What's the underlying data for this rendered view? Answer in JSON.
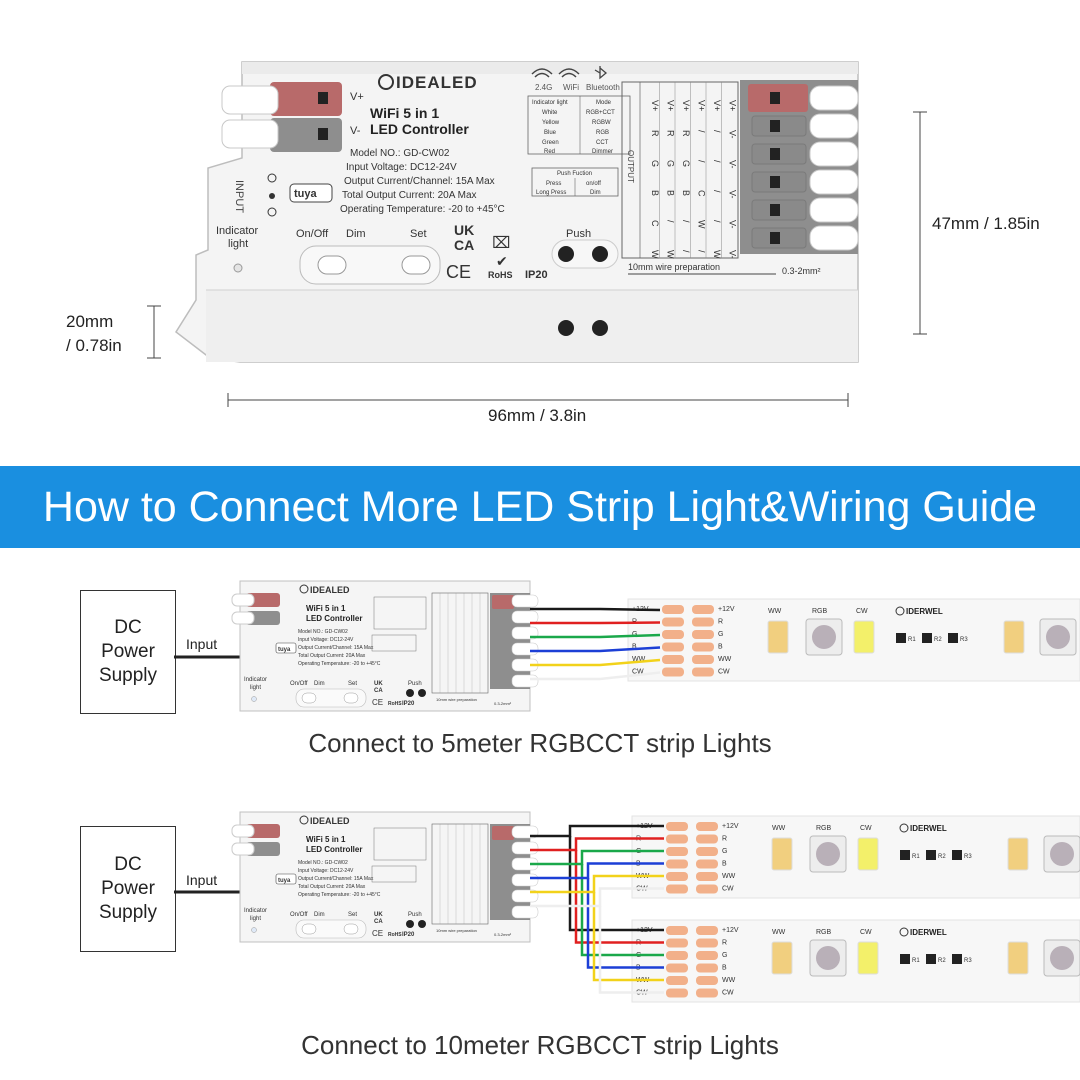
{
  "controller": {
    "brand": "IDEALED",
    "title_line1": "WiFi 5 in 1",
    "title_line2": "LED Controller",
    "model": "Model NO.: GD-CW02",
    "input_voltage": "Input Voltage: DC12-24V",
    "output_current": "Output Current/Channel: 15A Max",
    "total_current": "Total Output Current: 20A Max",
    "operating_temp": "Operating Temperature: -20 to +45°C",
    "badge_24g": "2.4G",
    "badge_wifi": "WiFi",
    "badge_bluetooth": "Bluetooth",
    "indicator_table": {
      "headers": [
        "Indicator light",
        "Mode"
      ],
      "rows": [
        [
          "White",
          "RGB+CCT"
        ],
        [
          "Yellow",
          "RGBW"
        ],
        [
          "Blue",
          "RGB"
        ],
        [
          "Green",
          "CCT"
        ],
        [
          "Red",
          "Dimmer"
        ]
      ]
    },
    "push_table": {
      "header": "Push Fuction",
      "rows": [
        [
          "Press",
          "on/off"
        ],
        [
          "Long Press",
          "Dim"
        ]
      ]
    },
    "buttons": {
      "onoff": "On/Off",
      "dim": "Dim",
      "set": "Set",
      "push": "Push"
    },
    "indicator_label_1": "Indicator",
    "indicator_label_2": "light",
    "input_side_label": "INPUT",
    "output_side_label": "OUTPUT",
    "tuya": "tuya",
    "cert_ukca_1": "UK",
    "cert_ukca_2": "CA",
    "cert_ce": "CE",
    "cert_rohs": "RoHS",
    "ip_rating": "IP20",
    "wire_prep": "10mm wire preparation",
    "wire_gauge": "0.3-2mm²",
    "output_columns": [
      [
        "V+",
        "R",
        "G",
        "B",
        "C",
        "W"
      ],
      [
        "V+",
        "R",
        "G",
        "B",
        "/",
        "W"
      ],
      [
        "V+",
        "R",
        "G",
        "B",
        "/",
        "/"
      ],
      [
        "V+",
        "/",
        "/",
        "C",
        "W",
        "/"
      ],
      [
        "V+",
        "/",
        "/",
        "/",
        "/",
        "W"
      ],
      [
        "V+",
        "V-",
        "V-",
        "V-",
        "V-",
        "V-"
      ]
    ]
  },
  "dimensions": {
    "height": "47mm / 1.85in",
    "depth_1": "20mm",
    "depth_2": "/ 0.78in",
    "width": "96mm / 3.8in"
  },
  "banner": {
    "title": "How to Connect More LED Strip Light&Wiring Guide"
  },
  "diagram1": {
    "psu_line1": "DC",
    "psu_line2": "Power",
    "psu_line3": "Supply",
    "input_label": "Input",
    "caption": "Connect to 5meter RGBCCT strip Lights"
  },
  "diagram2": {
    "psu_line1": "DC",
    "psu_line2": "Power",
    "psu_line3": "Supply",
    "input_label": "Input",
    "caption": "Connect to 10meter RGBCCT strip Lights"
  },
  "strip": {
    "brand": "IDERWEL",
    "pads": [
      "+12V",
      "R",
      "G",
      "B",
      "WW",
      "CW"
    ],
    "led_labels": [
      "WW",
      "RGB",
      "CW"
    ],
    "resistors": [
      "R1",
      "R2",
      "R3"
    ]
  },
  "colors": {
    "banner": "#1a8fe0",
    "wire_black": "#1a1a1a",
    "wire_red": "#e02020",
    "wire_green": "#1aa84a",
    "wire_blue": "#1c3fd6",
    "wire_yellow": "#f2d21a",
    "wire_white": "#eeeeee",
    "pad": "#f2b08a",
    "terminal_red": "#b86a6a",
    "terminal_grey": "#8e8e8e"
  }
}
